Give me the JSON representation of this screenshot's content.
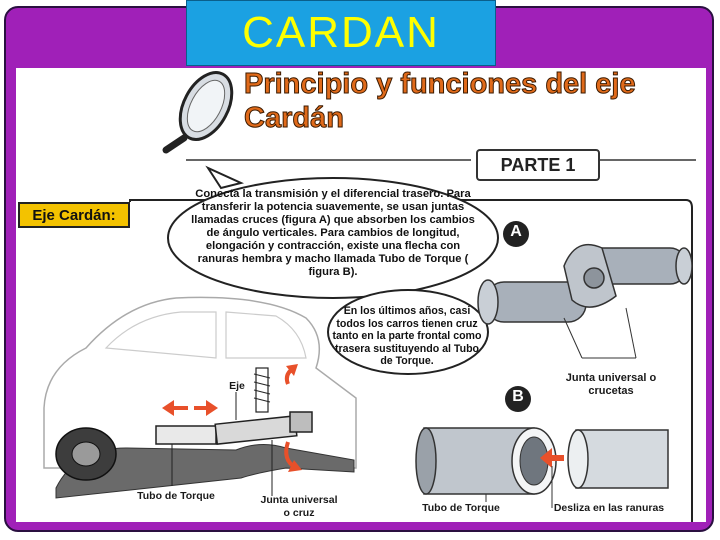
{
  "slide": {
    "title": "CARDAN"
  },
  "header": {
    "heading_line1": "Principio y funciones del eje",
    "heading_line2": "Cardán",
    "section_badge": "PARTE 1"
  },
  "sidebar_label": "Eje Cardán:",
  "bubbles": {
    "main_text": "Conecta la transmisión y el diferencial trasero. Para transferir la potencia suavemente, se usan juntas llamadas cruces (figura A) que absorben los cambios de ángulo verticales. Para cambios de longitud, elongación y contracción, existe una flecha con ranuras hembra y macho llamada Tubo de Torque ( figura B).",
    "secondary_text": "En los últimos años, casi todos los carros tienen cruz tanto en la parte frontal como trasera sustituyendo al Tubo de Torque."
  },
  "figures": {
    "a_marker": "A",
    "b_marker": "B",
    "a_caption": "Junta universal o crucetas",
    "b_caption_tube": "Tubo de Torque",
    "b_caption_slide": "Desliza en las ranuras"
  },
  "car_diagram": {
    "label_eje": "Eje",
    "label_tube": "Tubo de Torque",
    "label_joint": "Junta universal o cruz"
  },
  "colors": {
    "frame": "#a020b8",
    "title_bg": "#1ba1e2",
    "title_text": "#ffff00",
    "heading": "#e06a1a",
    "label_bg": "#f3c200",
    "arrow": "#e8502a"
  }
}
